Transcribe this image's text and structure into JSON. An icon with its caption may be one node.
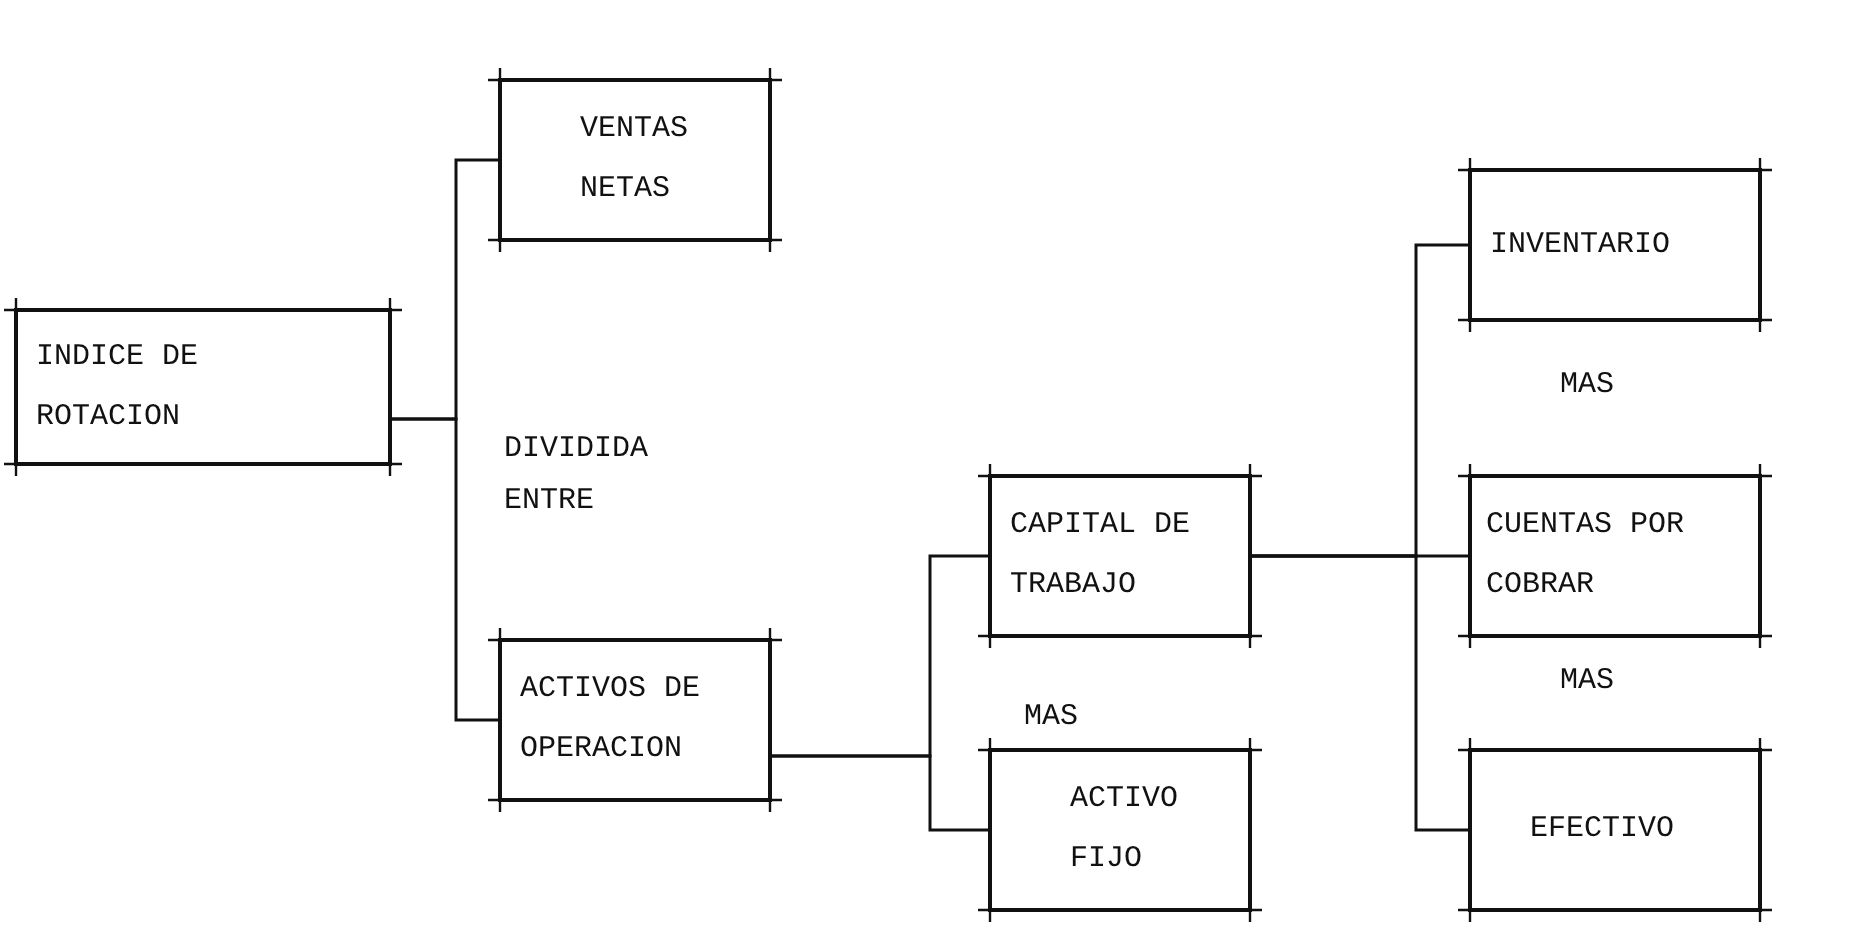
{
  "diagram": {
    "nodes": [
      {
        "text": [
          "INDICE DE ROTACION"
        ]
      },
      {
        "text": [
          "VENTAS NETAS"
        ]
      },
      {
        "text": [
          "ACTIVOS DE OPERACION"
        ]
      },
      {
        "text": [
          "CAPITAL DE TRABAJO"
        ]
      },
      {
        "text": [
          "ACTIVO FIJO"
        ]
      },
      {
        "text": [
          "INVENTARIO"
        ]
      },
      {
        "text": [
          "CUENTAS POR COBRAR"
        ]
      },
      {
        "text": [
          "EFECTIVO"
        ]
      }
    ],
    "edges": [
      {
        "from": 0,
        "to": 1,
        "arrow": "none"
      },
      {
        "from": 0,
        "to": 2,
        "arrow": "none"
      },
      {
        "from": 2,
        "to": 3,
        "arrow": "none"
      },
      {
        "from": 2,
        "to": 4,
        "arrow": "none"
      },
      {
        "from": 3,
        "to": 5,
        "arrow": "none"
      },
      {
        "from": 3,
        "to": 6,
        "arrow": "none"
      },
      {
        "from": 3,
        "to": 7,
        "arrow": "none"
      }
    ],
    "labels": [
      "DIVIDIDA ENTRE",
      "MAS",
      "MAS",
      "MAS"
    ]
  }
}
